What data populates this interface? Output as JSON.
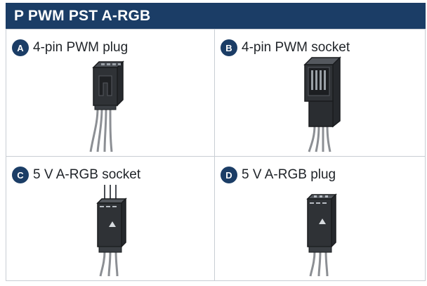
{
  "header": {
    "title": "P PWM PST A-RGB"
  },
  "panels": [
    {
      "letter": "A",
      "label": "4-pin PWM plug",
      "illustration": "pwm-plug-icon"
    },
    {
      "letter": "B",
      "label": "4-pin PWM socket",
      "illustration": "pwm-socket-icon"
    },
    {
      "letter": "C",
      "label": "5 V A-RGB socket",
      "illustration": "argb-socket-icon"
    },
    {
      "letter": "D",
      "label": "5 V A-RGB plug",
      "illustration": "argb-plug-icon"
    }
  ],
  "colors": {
    "banner": "#1b3d66",
    "badge": "#1b3d66",
    "connector_body": "#2f3236",
    "connector_highlight": "#4a4e54",
    "cable": "#8c8f94",
    "outline": "#1a1c1f",
    "grid_lines": "#c9ced4"
  }
}
